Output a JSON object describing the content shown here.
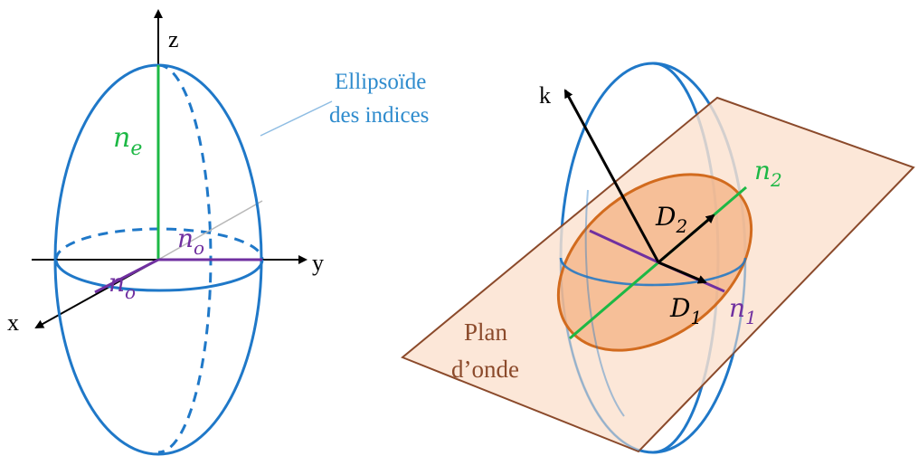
{
  "left": {
    "axis_z": "z",
    "axis_y": "y",
    "axis_x": "x",
    "ne": {
      "base": "n",
      "sub": "e"
    },
    "no_y": {
      "base": "n",
      "sub": "o"
    },
    "no_x": {
      "base": "n",
      "sub": "o"
    },
    "callout_line1": "Ellipsoïde",
    "callout_line2": "des indices"
  },
  "right": {
    "k": "k",
    "n2": {
      "base": "n",
      "sub": "2"
    },
    "n1": {
      "base": "n",
      "sub": "1"
    },
    "D2": {
      "base": "D",
      "sub": "2"
    },
    "D1": {
      "base": "D",
      "sub": "1"
    },
    "plane_line1": "Plan",
    "plane_line2": "d’onde"
  },
  "colors": {
    "ellipsoid": "#1f78c8",
    "green": "#1db845",
    "purple": "#7030a0",
    "plane_fill": "#fbe2d0",
    "plane_edge": "#8b4a2b",
    "section_fill": "#f4b183",
    "section_edge": "#d26b1e",
    "callout_text": "#2e8bcd",
    "plane_text": "#8b4a2b"
  }
}
